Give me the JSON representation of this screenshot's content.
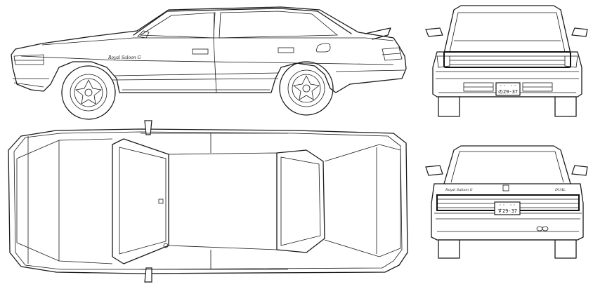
{
  "views": {
    "side": {
      "badge": "Royal Saloon G"
    },
    "front": {
      "plate_top": "・・　・・",
      "plate_bottom": "の29-37"
    },
    "rear": {
      "plate_top": "・・　・・",
      "plate_bottom": "す29-37",
      "badge_left": "Royal Saloon G",
      "badge_right": "DUAL"
    }
  },
  "colors": {
    "line": "#1a1a1a",
    "paper": "#ffffff"
  }
}
